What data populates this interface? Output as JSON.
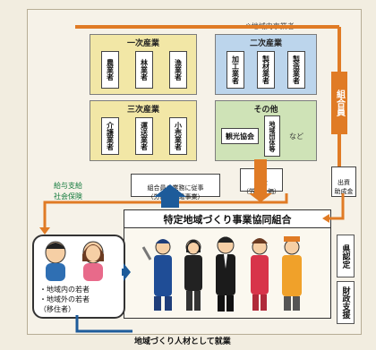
{
  "area_label": "※地域内事業者",
  "primary": {
    "title": "一次産業",
    "items": [
      "農業者",
      "林業者",
      "漁業者"
    ]
  },
  "secondary": {
    "title": "二次産業",
    "items": [
      "加工業者",
      "製材業者",
      "製造業者"
    ]
  },
  "tertiary": {
    "title": "三次産業",
    "items": [
      "介護業者",
      "運送業者",
      "小売業者"
    ]
  },
  "other": {
    "title": "その他",
    "items": [
      "観光協会",
      "地域団体等",
      "など"
    ]
  },
  "members_label": "組合員",
  "dispatch_label": "出資\n助成金",
  "wage_support": "給与支給\n社会保険",
  "work_label": "組合員の業務に従事\n（労働者派遣事業）",
  "fee_label": "料金\n（労働対価）",
  "association_title": "特定地域づくり事業協同組合",
  "prefecture_label": "県認定",
  "finance_label": "財政支援",
  "youth_lines": [
    "・地域内の若者",
    "・地域外の若者",
    "（移住者）"
  ],
  "bottom_text": "地域づくり人材として就業",
  "colors": {
    "orange": "#e07b25",
    "blue_arrow": "#1d5b9a",
    "green_text": "#137a3c"
  }
}
